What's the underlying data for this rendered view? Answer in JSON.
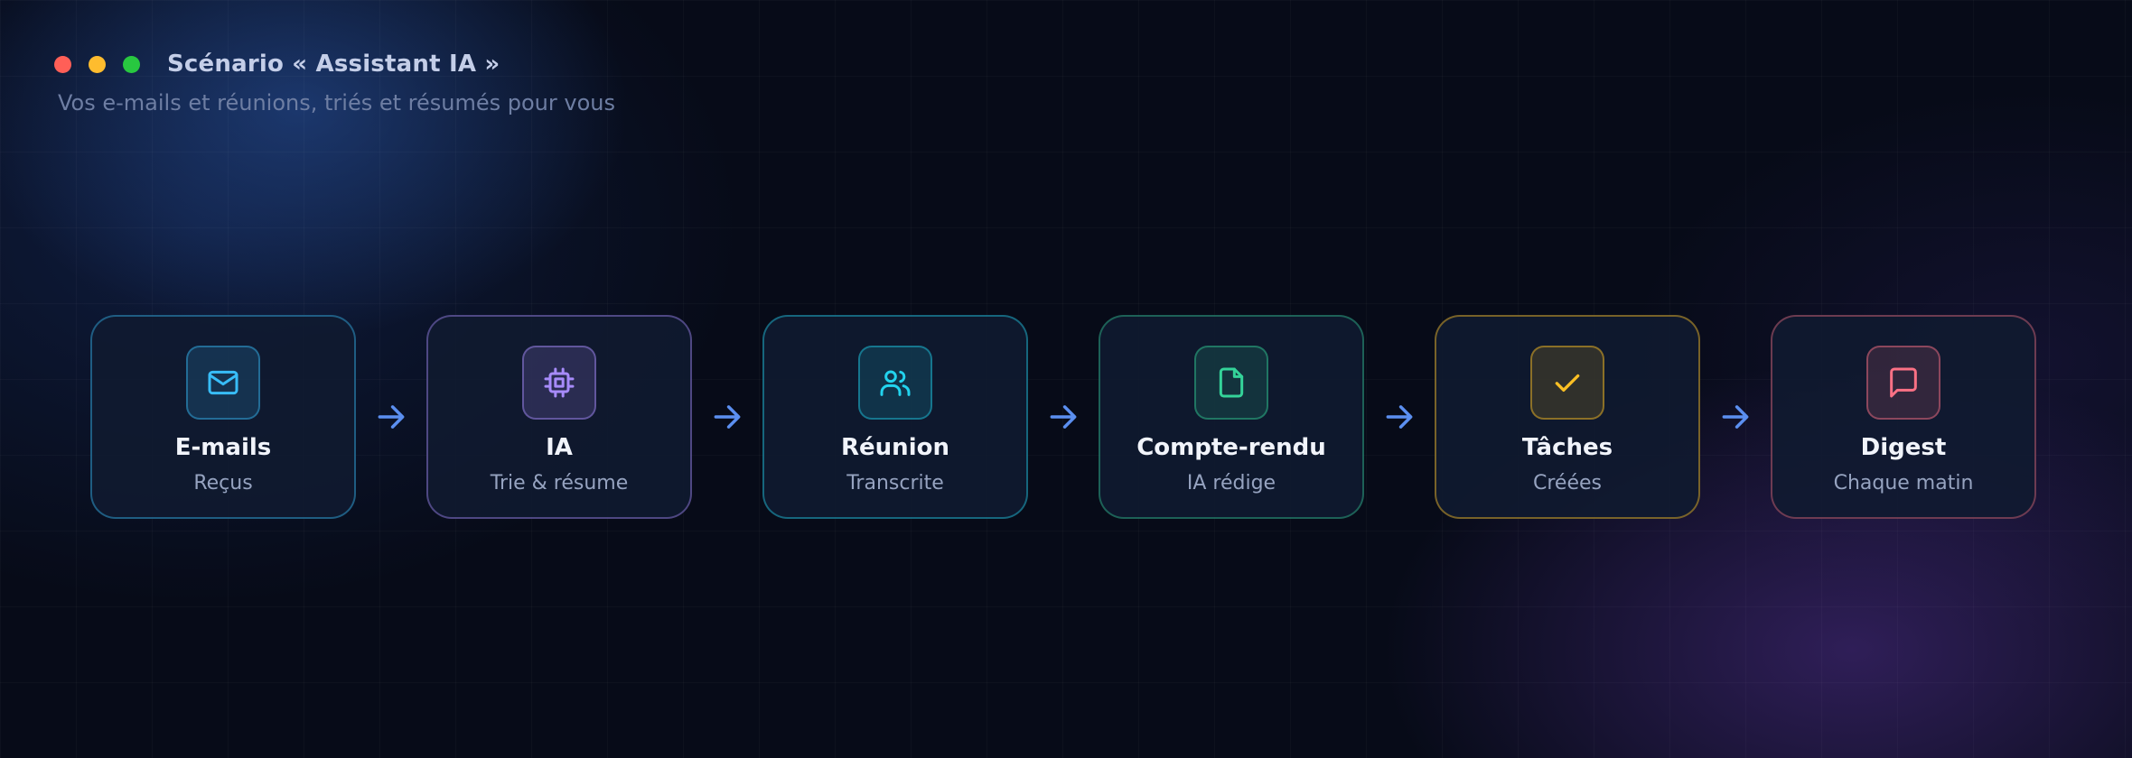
{
  "window": {
    "title": "Scénario « Assistant IA »",
    "subtitle": "Vos e-mails et réunions, triés et résumés pour vous"
  },
  "colors": {
    "arrow": "#5b8ff0",
    "emails": "#38bdf8",
    "ia": "#a78bfa",
    "reunion": "#22d3ee",
    "compte_rendu": "#34d399",
    "taches": "#fbbf24",
    "digest": "#fb7185"
  },
  "steps": [
    {
      "label": "E-mails",
      "sub": "Reçus",
      "icon": "mail-icon"
    },
    {
      "label": "IA",
      "sub": "Trie & résume",
      "icon": "cpu-chip-icon"
    },
    {
      "label": "Réunion",
      "sub": "Transcrite",
      "icon": "users-icon"
    },
    {
      "label": "Compte-rendu",
      "sub": "IA rédige",
      "icon": "document-icon"
    },
    {
      "label": "Tâches",
      "sub": "Créées",
      "icon": "check-icon"
    },
    {
      "label": "Digest",
      "sub": "Chaque matin",
      "icon": "chat-bubble-icon"
    }
  ]
}
